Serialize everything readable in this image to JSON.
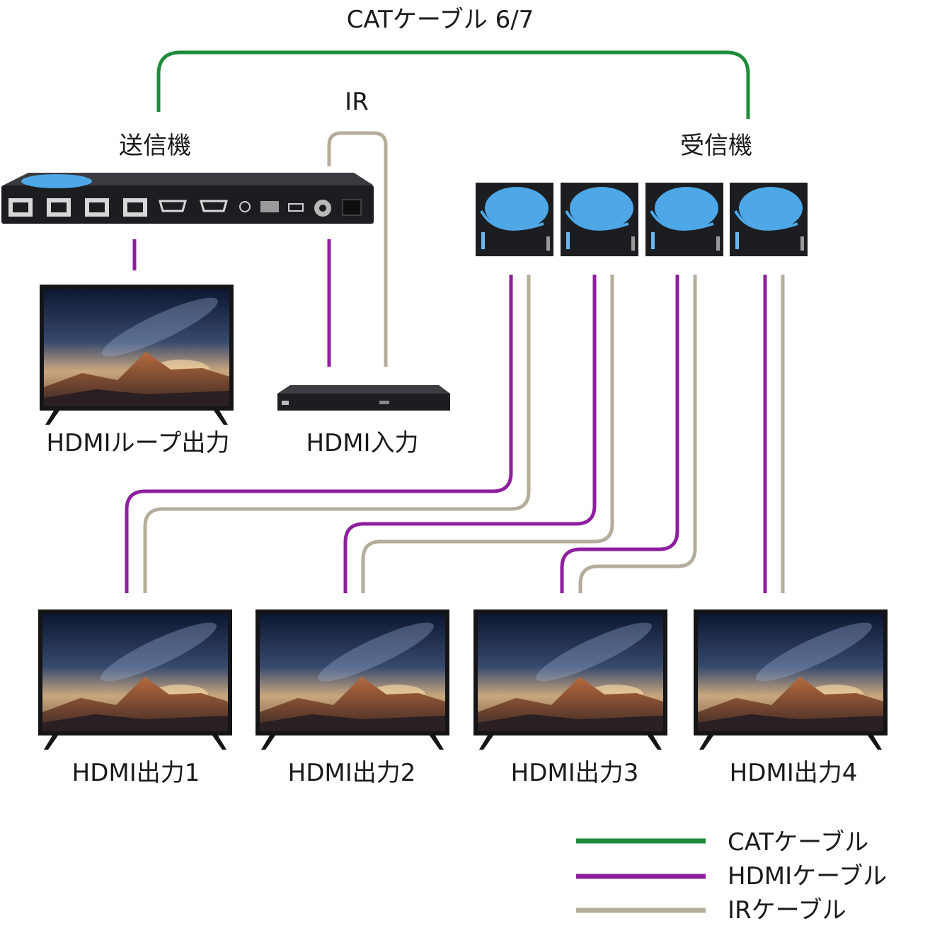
{
  "labels": {
    "cat_cable": "CATケーブル 6/7",
    "ir": "IR",
    "transmitter": "送信機",
    "receiver": "受信機",
    "hdmi_loop_out": "HDMIループ出力",
    "hdmi_in": "HDMI入力",
    "hdmi_out_1": "HDMI出力1",
    "hdmi_out_2": "HDMI出力2",
    "hdmi_out_3": "HDMI出力3",
    "hdmi_out_4": "HDMI出力4"
  },
  "legend": [
    {
      "label": "CATケーブル",
      "color": "#1e8b3a"
    },
    {
      "label": "HDMIケーブル",
      "color": "#8e1f9e"
    },
    {
      "label": "IRケーブル",
      "color": "#b3ad9a"
    }
  ],
  "colors": {
    "cat": "#1e8b3a",
    "hdmi": "#8e1f9e",
    "ir": "#b3ad9a",
    "receiver_blue": "#4ea7e6",
    "device_dark": "#1c1d21"
  }
}
